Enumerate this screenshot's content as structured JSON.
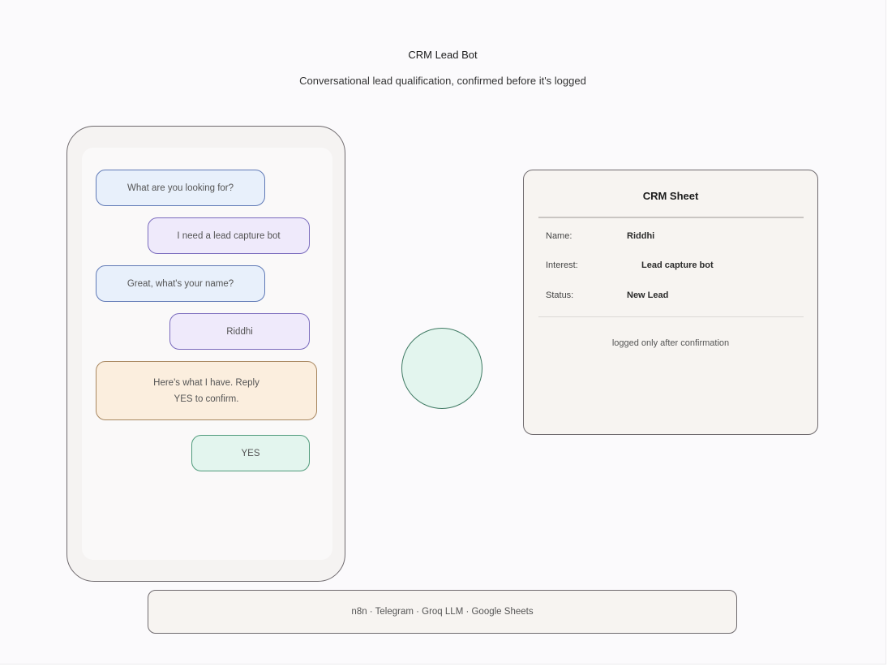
{
  "header": {
    "title": "CRM Lead Bot",
    "subtitle": "Conversational lead qualification, confirmed before it's logged"
  },
  "chat": {
    "messages": [
      {
        "sender": "bot",
        "text": "What are you looking for?"
      },
      {
        "sender": "user",
        "text": "I need a lead capture bot"
      },
      {
        "sender": "bot",
        "text": "Great, what's your name?"
      },
      {
        "sender": "user",
        "text": "Riddhi"
      },
      {
        "sender": "bot",
        "text": "Here's what I have. Reply YES to confirm."
      },
      {
        "sender": "user",
        "text": "YES"
      }
    ]
  },
  "crm_sheet": {
    "title": "CRM Sheet",
    "fields": [
      {
        "label": "Name:",
        "value": "Riddhi"
      },
      {
        "label": "Interest:",
        "value": "Lead capture bot"
      },
      {
        "label": "Status:",
        "value": "New Lead"
      }
    ],
    "note": "logged only after confirmation"
  },
  "footer": {
    "stack": "n8n · Telegram · Groq LLM · Google Sheets"
  },
  "colors": {
    "bot_bubble": "#e8f0fb",
    "user_bubble": "#efeafb",
    "confirm_bubble": "#fbeede",
    "yes_bubble": "#e3f5ee",
    "connector_node": "#e3f5ee"
  }
}
